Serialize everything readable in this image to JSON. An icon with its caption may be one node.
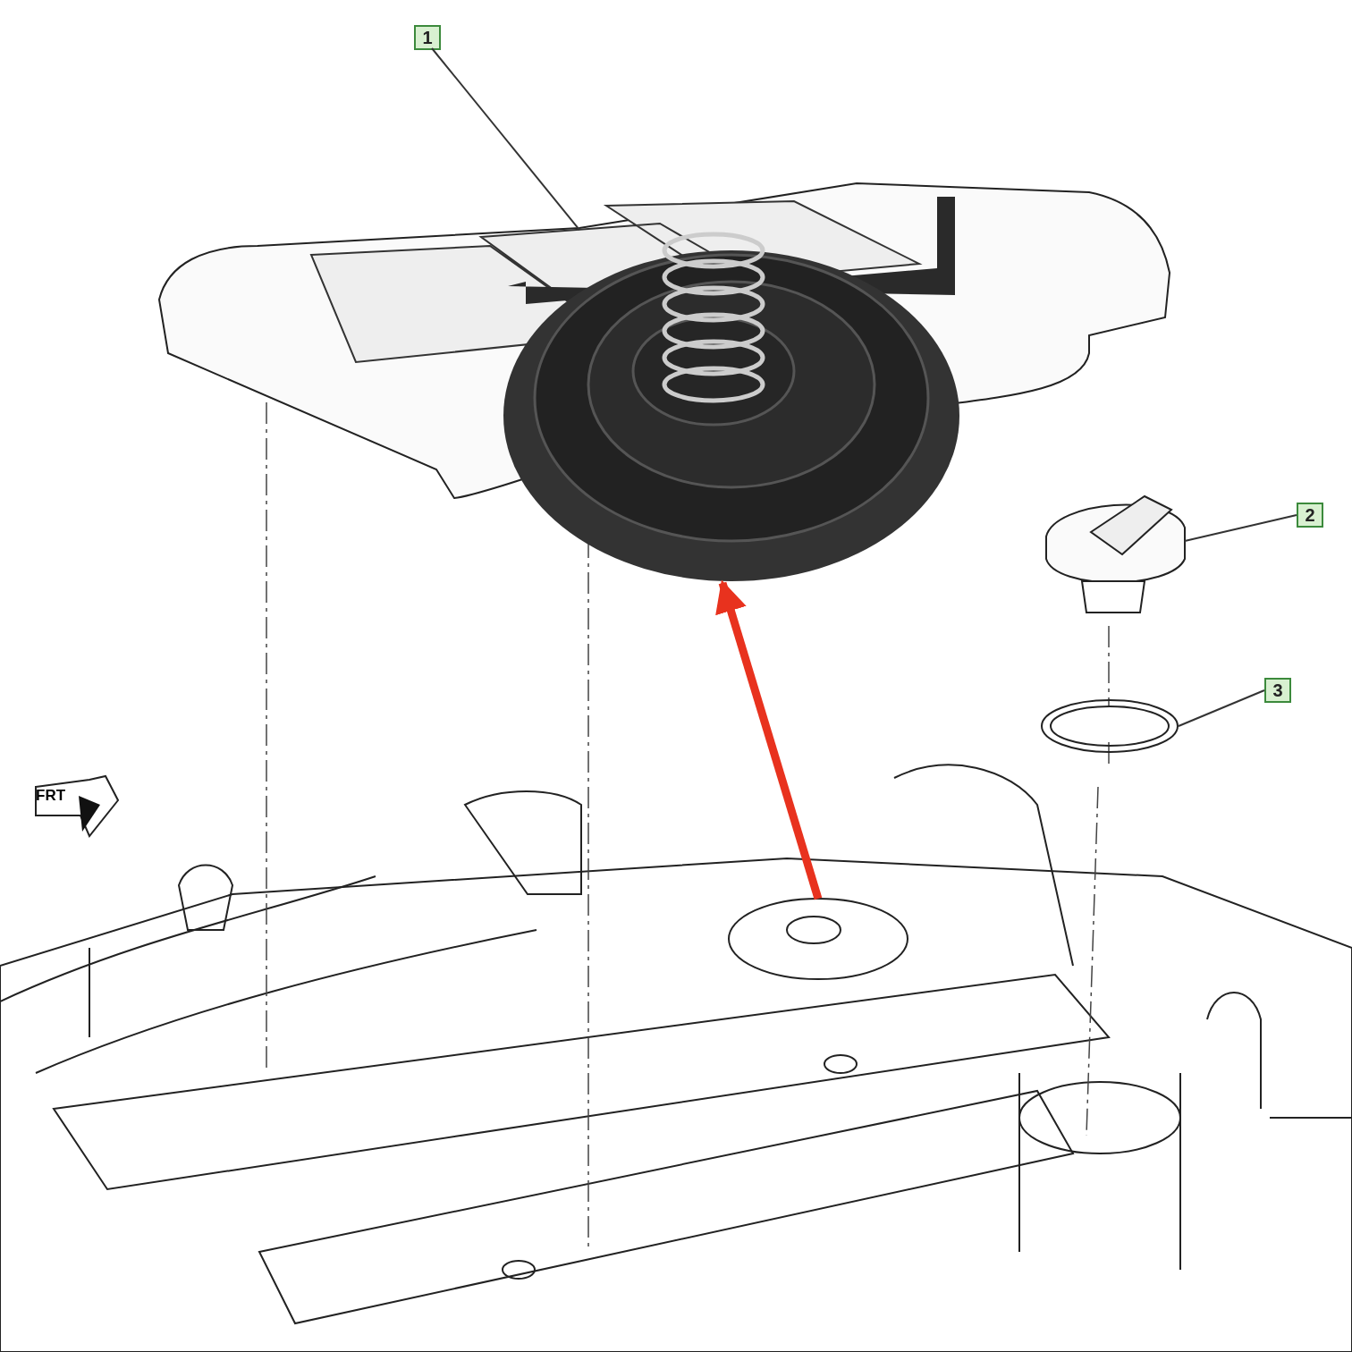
{
  "diagram": {
    "nodes": [
      {
        "text": [
          "1"
        ]
      },
      {
        "text": [],
        "shape": "picture"
      },
      {
        "text": [
          "2"
        ]
      },
      {
        "text": [],
        "shape": "picture"
      },
      {
        "text": [
          "3"
        ]
      },
      {
        "text": [],
        "shape": "picture"
      },
      {
        "text": [],
        "shape": "picture"
      },
      {
        "text": [],
        "shape": "picture"
      }
    ],
    "edges": [
      {
        "from": 0,
        "to": 1,
        "arrow": "none"
      },
      {
        "from": 2,
        "to": 3,
        "arrow": "none"
      },
      {
        "from": 4,
        "to": 5,
        "arrow": "none"
      },
      {
        "from": 7,
        "to": 6,
        "arrow": "to",
        "style": "thick",
        "color": "#e8321e"
      }
    ],
    "labels": [
      "FRT"
    ]
  }
}
